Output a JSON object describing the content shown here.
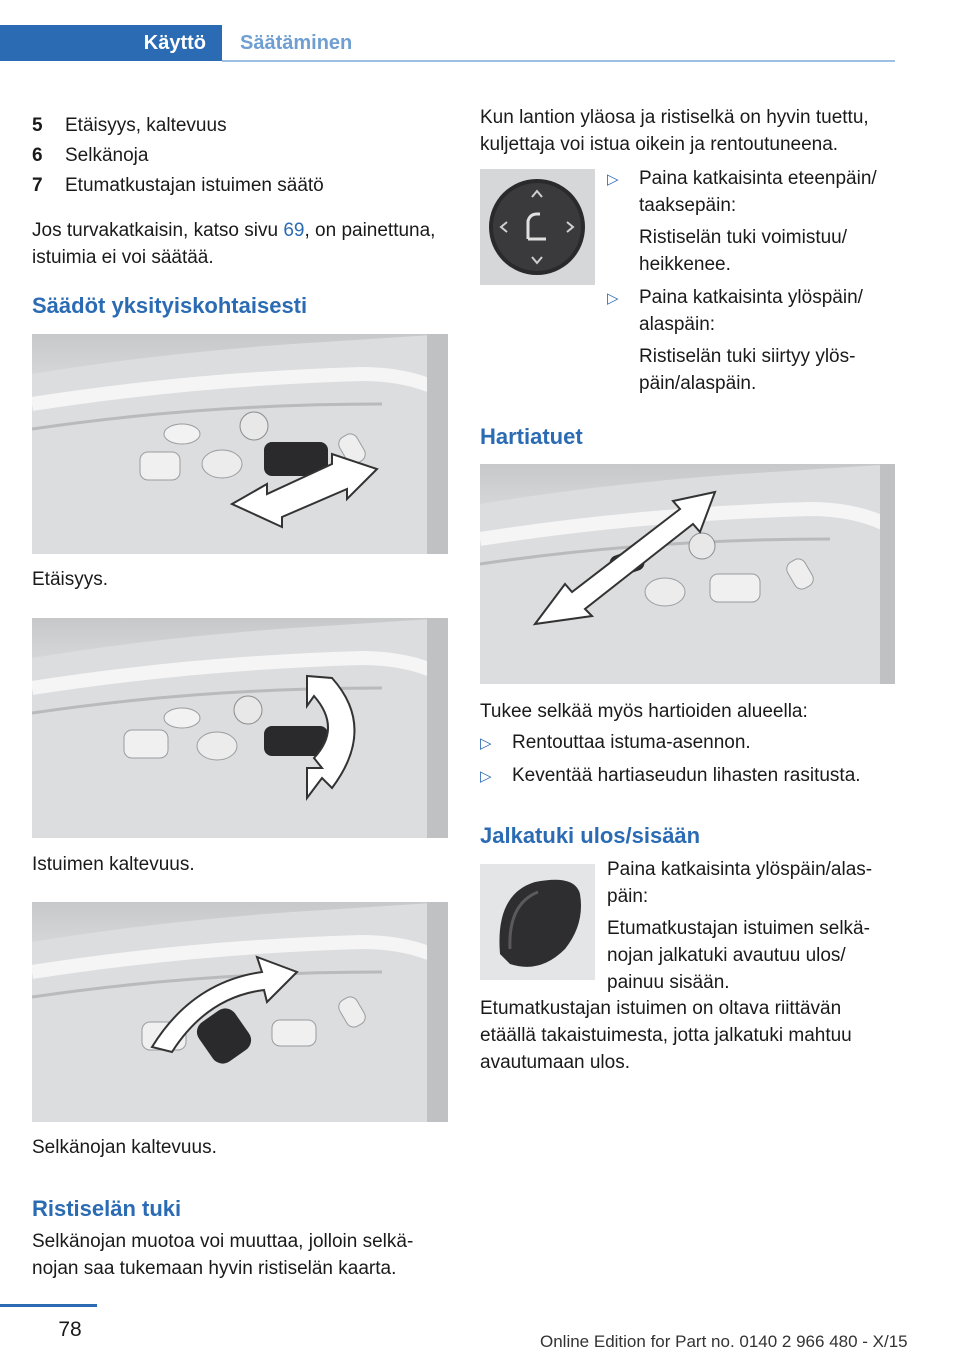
{
  "header": {
    "tab_active": "Käyttö",
    "tab_inactive": "Säätäminen"
  },
  "left": {
    "list": [
      {
        "num": "5",
        "text": "Etäisyys, kaltevuus"
      },
      {
        "num": "6",
        "text": "Selkänoja"
      },
      {
        "num": "7",
        "text": "Etumatkustajan istuimen säätö"
      }
    ],
    "para_before_link": "Jos turvakatkaisin, katso sivu ",
    "link_page": "69",
    "para_after_link": ", on painet­tuna, istuimia ei voi säätää.",
    "heading": "Säädöt yksityiskohtaisesti",
    "caption1": "Etäisyys.",
    "caption2": "Istuimen kaltevuus.",
    "caption3": "Selkänojan kaltevuus.",
    "heading2": "Ristiselän tuki",
    "para2": "Selkänojan muotoa voi muuttaa, jolloin selkä­nojan saa tukemaan hyvin ristiselän kaarta."
  },
  "right": {
    "para1": "Kun lantion yläosa ja ristiselkä on hyvin tuettu, kuljettaja voi istua oikein ja rentoutuneena.",
    "lumbar_steps": [
      {
        "action": "Paina katkaisinta eteenpäin/ taaksepäin:",
        "result": "Ristiselän tuki voimistuu/ heikkenee."
      },
      {
        "action": "Paina katkaisinta ylöspäin/ alaspäin:",
        "result": "Ristiselän tuki siirtyy ylös­päin/alaspäin."
      }
    ],
    "heading_shoulder": "Hartiatuet",
    "shoulder_intro": "Tukee selkää myös hartioiden alueella:",
    "shoulder_items": [
      "Rentouttaa istuma-asennon.",
      "Keventää hartiaseudun lihasten rasitusta."
    ],
    "heading_leg": "Jalkatuki ulos/sisään",
    "leg_action": "Paina katkaisinta ylöspäin/alas­päin:",
    "leg_result": "Etumatkustajan istuimen selkä­nojan jalkatuki avautuu ulos/ painuu sisään.",
    "leg_note": "Etumatkustajan istuimen on oltava riittävän etäällä takaistuimesta, jotta jalkatuki mahtuu avautumaan ulos."
  },
  "footer": {
    "page": "78",
    "edition": "Online Edition for Part no. 0140 2 966 480 - X/15"
  },
  "colors": {
    "accent": "#2b6bb3"
  },
  "icons": [
    "triangle-bullet-icon",
    "seat-switch-icon",
    "lumbar-dial-icon",
    "leg-support-switch-icon"
  ]
}
